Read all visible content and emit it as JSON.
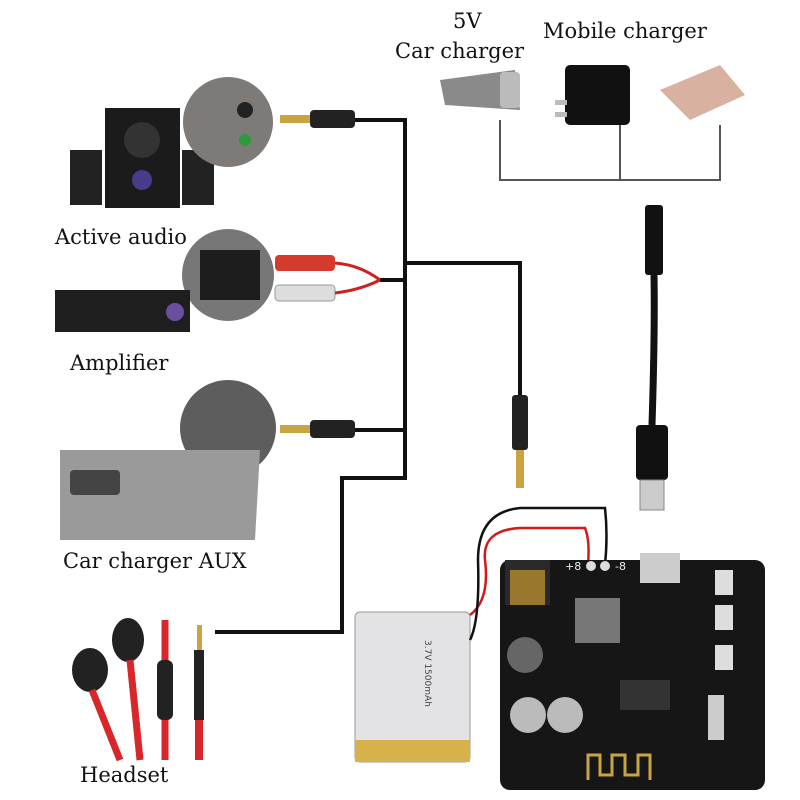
{
  "labels": {
    "car_charger_voltage": "5V",
    "car_charger": "Car charger",
    "mobile_charger": "Mobile charger",
    "active_audio": "Active audio",
    "amplifier": "Amplifier",
    "car_charger_aux": "Car charger AUX",
    "headset": "Headset"
  },
  "board": {
    "pad_plus": "+8",
    "pad_minus": "-8"
  },
  "battery": {
    "spec": "3.7V 1500mAh"
  },
  "colors": {
    "wire": "#111111",
    "red_wire": "#d21a1a",
    "board": "#161616",
    "headset_cable": "#d8262a"
  }
}
